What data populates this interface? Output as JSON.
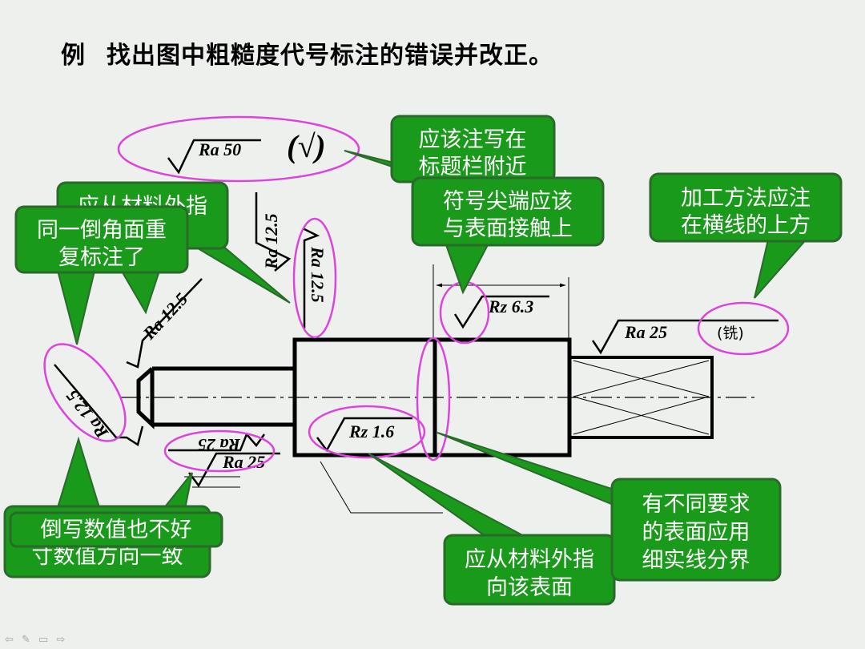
{
  "title": {
    "lead": "例",
    "text": "找出图中粗糙度代号标注的错误并改正。"
  },
  "symbols": {
    "ra50": "Ra 50",
    "check": "(√)",
    "ra125_vertical": "Ra 12.5",
    "ra125_circled": "Ra 12.5",
    "ra125_diag": "Ra 12.5",
    "ra125_left": "Ra 12.5",
    "rz63": "Rz 6.3",
    "ra25_right": "Ra 25",
    "mill": "(铣)",
    "rz16": "Rz 1.6",
    "ra25_under": "Ra 25",
    "ra25_upside": "Ra 25"
  },
  "callouts": {
    "title_block": {
      "line1": "应该注写在",
      "line2": "标题栏附近"
    },
    "tip_touch": {
      "line1": "符号尖端应该",
      "line2": "与表面接触上"
    },
    "method": {
      "line1": "加工方法应注",
      "line2": "在横线的上方"
    },
    "back_outside": {
      "line1": "应从材料外指"
    },
    "repeat": {
      "line1": "同一倒角面重",
      "line2": "复标注了"
    },
    "inverted_back": {
      "line2": "寸数值方向一致"
    },
    "inverted": {
      "line1": "倒写数值也不好"
    },
    "outside_bottom": {
      "line1": "应从材料外指",
      "line2": "向该表面"
    },
    "thin_line": {
      "line1": "有不同要求",
      "line2": "的表面应用",
      "line3": "细实线分界"
    }
  },
  "nav": "⇦ ✎ ▭ ⇨",
  "colors": {
    "callout_fill": "#1a9a1a",
    "callout_border": "#2a6a2a",
    "ellipse": "#dd44dd"
  }
}
